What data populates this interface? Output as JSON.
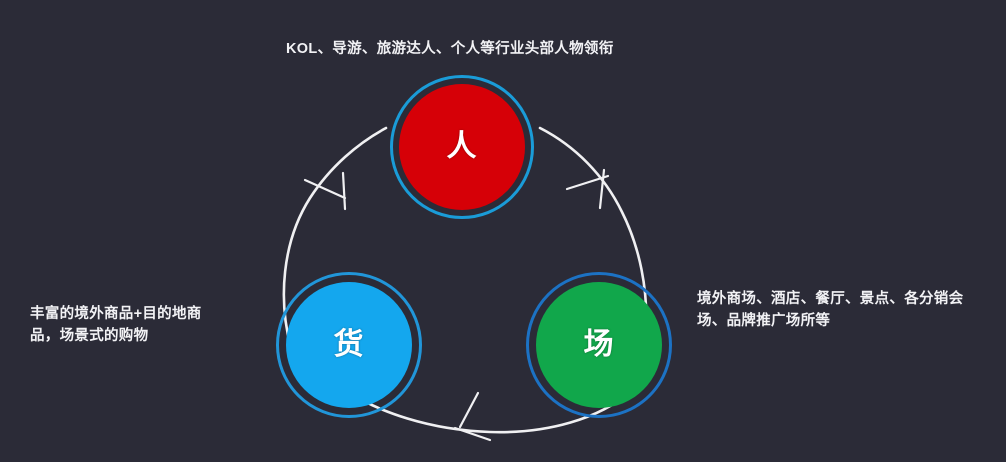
{
  "background_color": "#2b2b37",
  "diagram": {
    "type": "cycle",
    "title_text": "KOL、导游、旅游达人、个人等行业头部人物领衔",
    "nodes": [
      {
        "id": "person",
        "glyph": "人",
        "fill_color": "#d60007",
        "ring_color": "#1a9cd8",
        "caption": "KOL、导游、旅游达人、个人等行业头部人物领衔",
        "caption_position": "top"
      },
      {
        "id": "goods",
        "glyph": "货",
        "fill_color": "#14a7ee",
        "ring_color": "#2196d9",
        "caption": "丰富的境外商品+目的地商品，场景式的购物",
        "caption_position": "left"
      },
      {
        "id": "place",
        "glyph": "场",
        "fill_color": "#11a74b",
        "ring_color": "#1c72c4",
        "caption": "境外商场、酒店、餐厅、景点、各分销会场、品牌推广场所等",
        "caption_position": "right"
      }
    ],
    "arrows": [
      {
        "id": "goods-to-person",
        "from": "货",
        "to": "人",
        "side": "left"
      },
      {
        "id": "person-to-place",
        "from": "人",
        "to": "场",
        "side": "right"
      },
      {
        "id": "place-to-goods",
        "from": "场",
        "to": "货",
        "side": "bottom"
      }
    ],
    "arc_color": "#f0f0f2"
  }
}
